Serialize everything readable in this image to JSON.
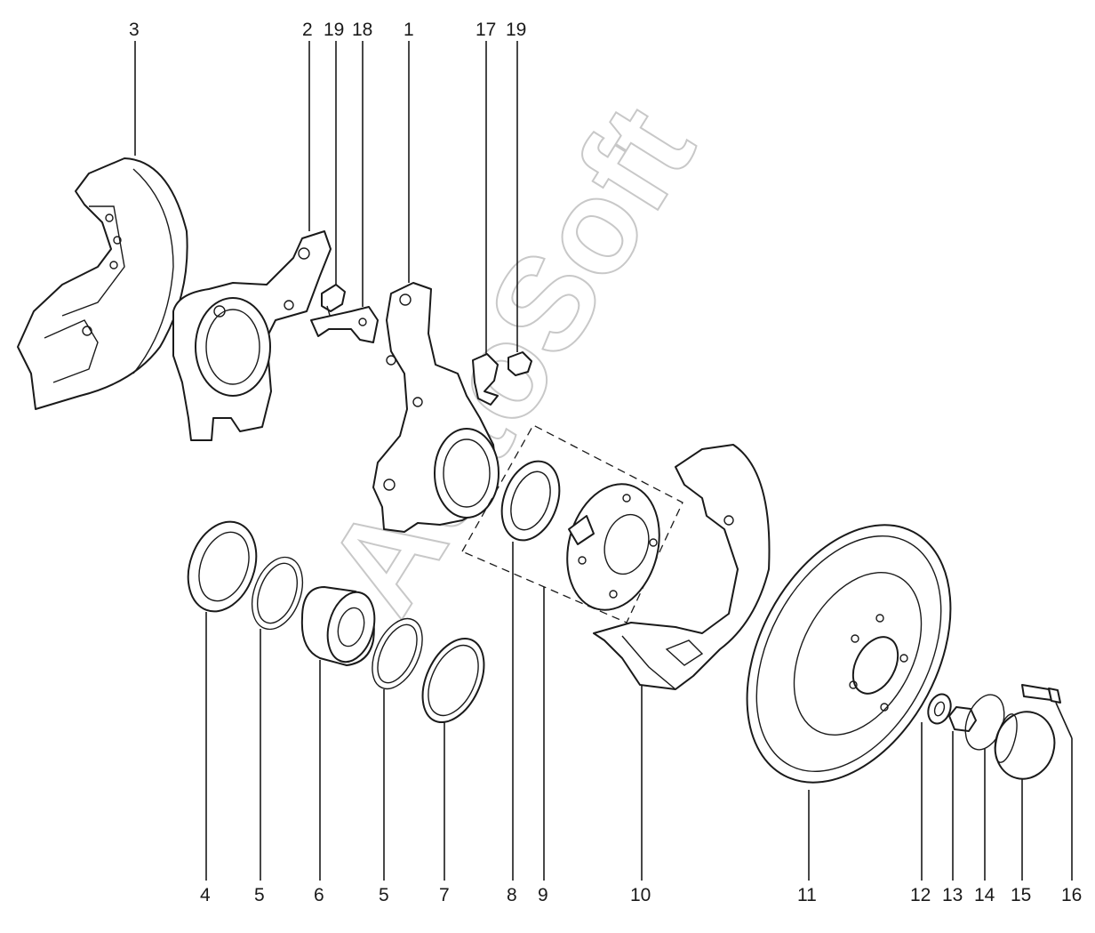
{
  "watermark": "AutoSoft",
  "callouts": [
    "1",
    "2",
    "3",
    "4",
    "5",
    "5",
    "6",
    "7",
    "8",
    "9",
    "10",
    "11",
    "12",
    "13",
    "14",
    "15",
    "16",
    "17",
    "18",
    "19",
    "19"
  ]
}
